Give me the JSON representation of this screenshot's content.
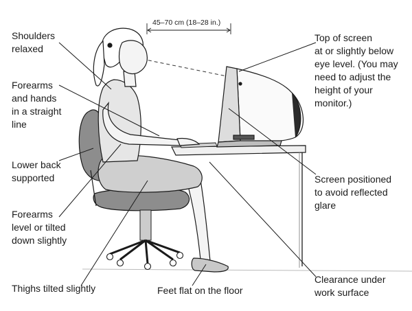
{
  "dimension_label": "45–70 cm (18–28 in.)",
  "labels": {
    "shoulders": "Shoulders\nrelaxed",
    "forearms_hands": "Forearms\nand hands\nin a straight\nline",
    "lower_back": "Lower back\nsupported",
    "forearms_level": "Forearms\nlevel or tilted\ndown slightly",
    "thighs": "Thighs tilted slightly",
    "feet": "Feet flat on the floor",
    "top_screen": "Top of screen\nat or slightly below\neye level. (You may\nneed to adjust the\nheight of your\nmonitor.)",
    "screen_positioned": "Screen positioned\nto avoid reflected\nglare",
    "clearance": "Clearance under\nwork surface"
  },
  "colors": {
    "ink": "#1a1a1a",
    "chair": "#8d8d8d",
    "chair_dark": "#6f6f6f",
    "skin": "#f4f4f4",
    "skirt": "#cfcfcf",
    "shirt": "#e6e6e6"
  }
}
